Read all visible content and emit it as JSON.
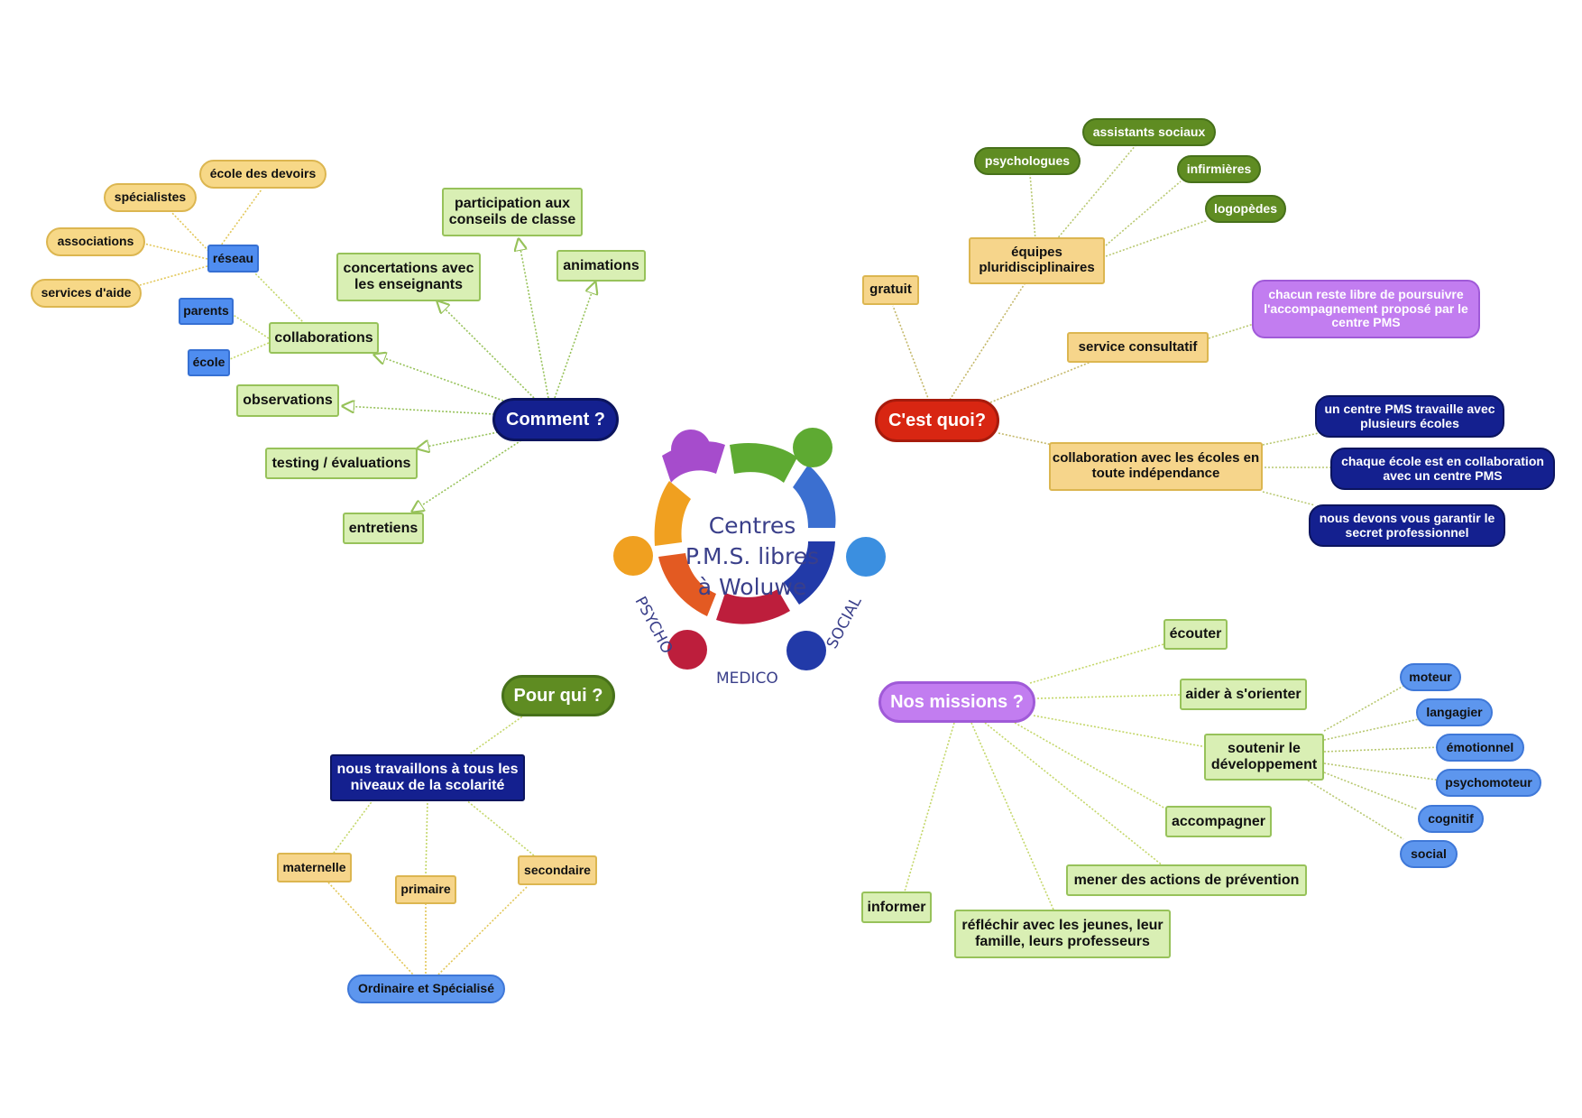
{
  "center": {
    "lines": [
      "Centres",
      "P.M.S. libres",
      "à Woluwe"
    ],
    "psycho": "PSYCHO",
    "medico": "MEDICO",
    "social": "SOCIAL"
  },
  "comment": {
    "title": "Comment ?",
    "participation": "participation aux conseils de classe",
    "concertations": "concertations avec les enseignants",
    "animations": "animations",
    "collaborations": "collaborations",
    "observations": "observations",
    "testing": "testing / évaluations",
    "entretiens": "entretiens",
    "reseau": "réseau",
    "ecole_devoirs": "école des devoirs",
    "specialistes": "spécialistes",
    "associations": "associations",
    "services_aide": "services d'aide",
    "parents": "parents",
    "ecole": "école"
  },
  "cest_quoi": {
    "title": "C'est quoi?",
    "gratuit": "gratuit",
    "equipes": "équipes pluridisciplinaires",
    "psychologues": "psychologues",
    "assistants": "assistants sociaux",
    "infirmieres": "infirmières",
    "logopedes": "logopèdes",
    "service": "service consultatif",
    "chacun": "chacun reste libre de poursuivre l'accompagnement proposé par le centre PMS",
    "collaboration": "collaboration avec les écoles en toute indépendance",
    "un_centre": "un centre PMS travaille avec plusieurs écoles",
    "chaque_ecole": "chaque école est en collaboration avec un centre PMS",
    "secret": "nous devons vous garantir le secret professionnel"
  },
  "pour_qui": {
    "title": "Pour qui ?",
    "niveaux": "nous travaillons à tous les niveaux de la scolarité",
    "maternelle": "maternelle",
    "primaire": "primaire",
    "secondaire": "secondaire",
    "ordinaire": "Ordinaire et Spécialisé"
  },
  "missions": {
    "title": "Nos missions ?",
    "ecouter": "écouter",
    "aider": "aider à s'orienter",
    "soutenir": "soutenir le développement",
    "accompagner": "accompagner",
    "prevention": "mener des actions de prévention",
    "reflechir": "réfléchir avec les jeunes, leur famille, leurs professeurs",
    "informer": "informer",
    "moteur": "moteur",
    "langagier": "langagier",
    "emotionnel": "émotionnel",
    "psychomoteur": "psychomoteur",
    "cognitif": "cognitif",
    "social": "social"
  },
  "colors": {
    "navy": "#14208f",
    "red": "#d82612",
    "green": "#5f8c22",
    "purple": "#c27df0",
    "light_green": "#d9efb4",
    "yellow": "#f6d58b",
    "blue": "#4f8df0"
  }
}
